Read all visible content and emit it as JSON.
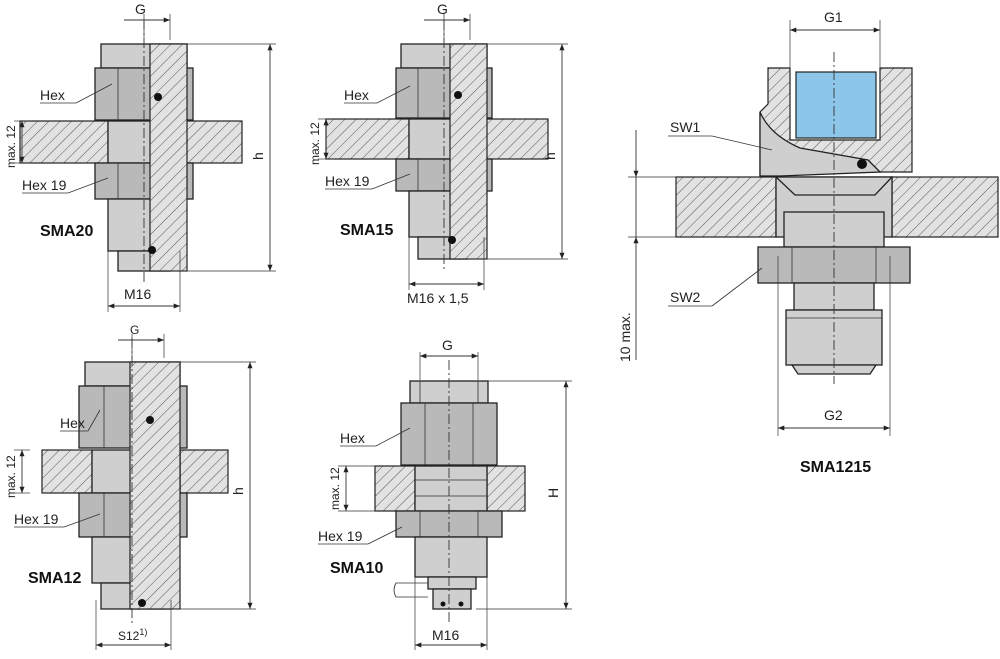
{
  "figures": [
    {
      "id": "sma20",
      "title": "SMA20",
      "labels": {
        "g": "G",
        "hex": "Hex",
        "hex19": "Hex 19",
        "max12": "max. 12",
        "h": "h",
        "m16": "M16"
      }
    },
    {
      "id": "sma15",
      "title": "SMA15",
      "labels": {
        "g": "G",
        "hex": "Hex",
        "hex19": "Hex 19",
        "max12": "max. 12",
        "h": "h",
        "m16x15": "M16 x 1,5"
      }
    },
    {
      "id": "sma12",
      "title": "SMA12",
      "labels": {
        "g": "G",
        "hex": "Hex",
        "hex19": "Hex 19",
        "max12": "max. 12",
        "h": "h",
        "s12": "S12",
        "s12_note": "1)"
      }
    },
    {
      "id": "sma10",
      "title": "SMA10",
      "labels": {
        "g": "G",
        "hex": "Hex",
        "hex19": "Hex 19",
        "max12": "max. 12",
        "H": "H",
        "m16": "M16"
      }
    },
    {
      "id": "sma1215",
      "title": "SMA1215",
      "labels": {
        "g1": "G1",
        "sw1": "SW1",
        "sw2": "SW2",
        "max10": "10 max.",
        "g2": "G2"
      }
    }
  ],
  "colors": {
    "line": "#222222",
    "metal": "#cfcfcf",
    "metal_dark": "#b9b9b9",
    "connector_highlight": "#8ec6ea"
  }
}
